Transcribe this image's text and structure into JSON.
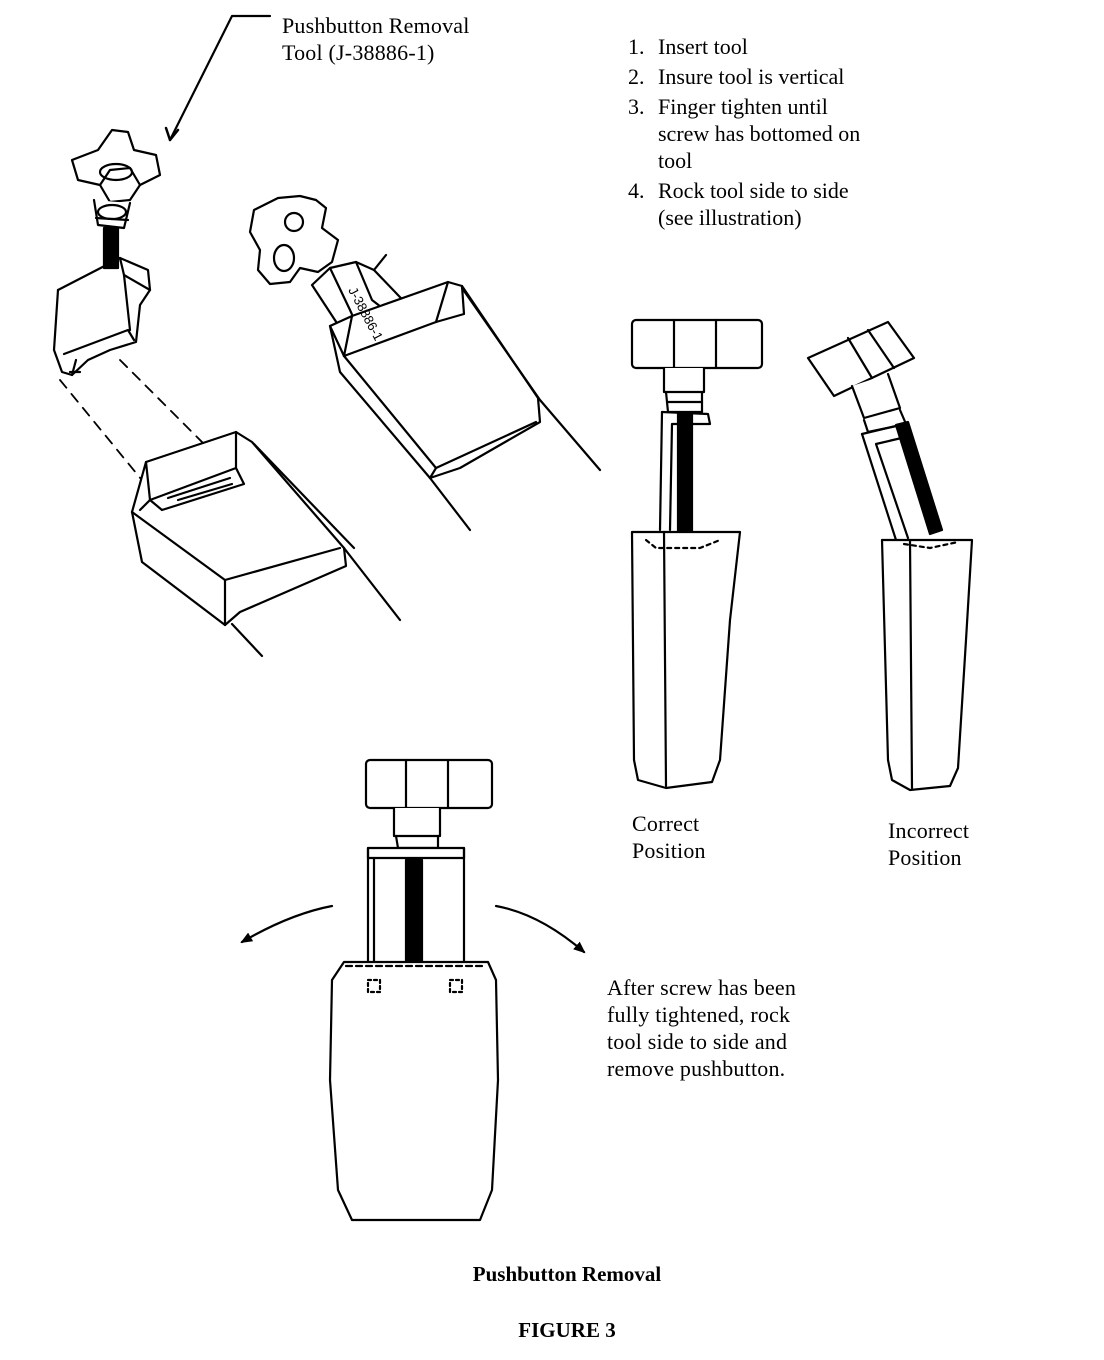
{
  "tool_label": {
    "lines": [
      "Pushbutton Removal",
      "Tool (J-38886-1)"
    ]
  },
  "steps": [
    {
      "number": "1.",
      "lines": [
        "Insert tool"
      ]
    },
    {
      "number": "2.",
      "lines": [
        "Insure tool is vertical"
      ]
    },
    {
      "number": "3.",
      "lines": [
        "Finger tighten until",
        "screw has bottomed on",
        "tool"
      ]
    },
    {
      "number": "4.",
      "lines": [
        "Rock tool side to side",
        "(see illustration)"
      ]
    }
  ],
  "captions": {
    "correct": [
      "Correct",
      "Position"
    ],
    "incorrect": [
      "Incorrect",
      "Position"
    ]
  },
  "after_note": {
    "lines": [
      "After screw has been",
      "fully tightened, rock",
      "tool side to side and",
      "remove pushbutton."
    ]
  },
  "figure": {
    "title": "Pushbutton Removal",
    "number": "FIGURE 3"
  },
  "tool_stamp": "J-38886-1",
  "colors": {
    "ink": "#000000",
    "paper": "#ffffff"
  }
}
